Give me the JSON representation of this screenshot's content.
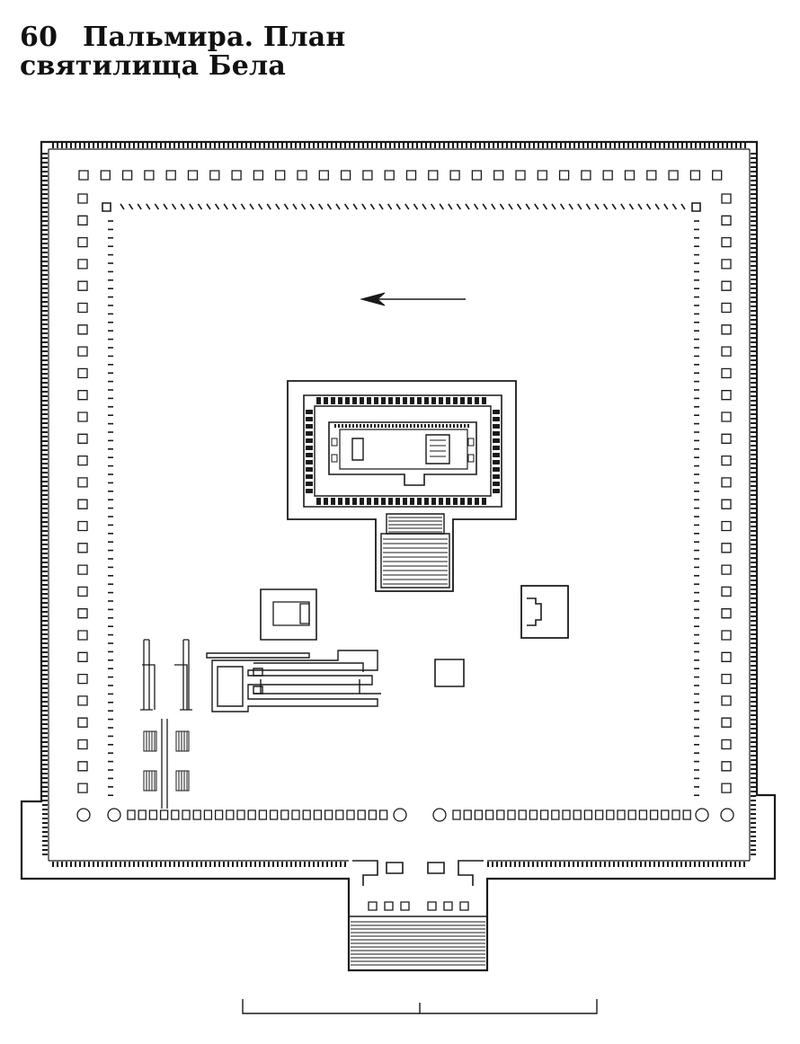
{
  "figure": {
    "number": "60",
    "title_line1": "Пальмира. План",
    "title_line2": "святилища Бела"
  },
  "plan": {
    "ink_color": "#1a1a1a",
    "paper_color": "#ffffff",
    "north_arrow": "arrow-left",
    "elements": [
      "enclosure-wall",
      "outer-colonnade",
      "inner-colonnade",
      "temple",
      "temple-stair",
      "small-shrines",
      "banquet-hall",
      "ramps",
      "propylaea",
      "entrance-stair",
      "scale-bar"
    ]
  }
}
